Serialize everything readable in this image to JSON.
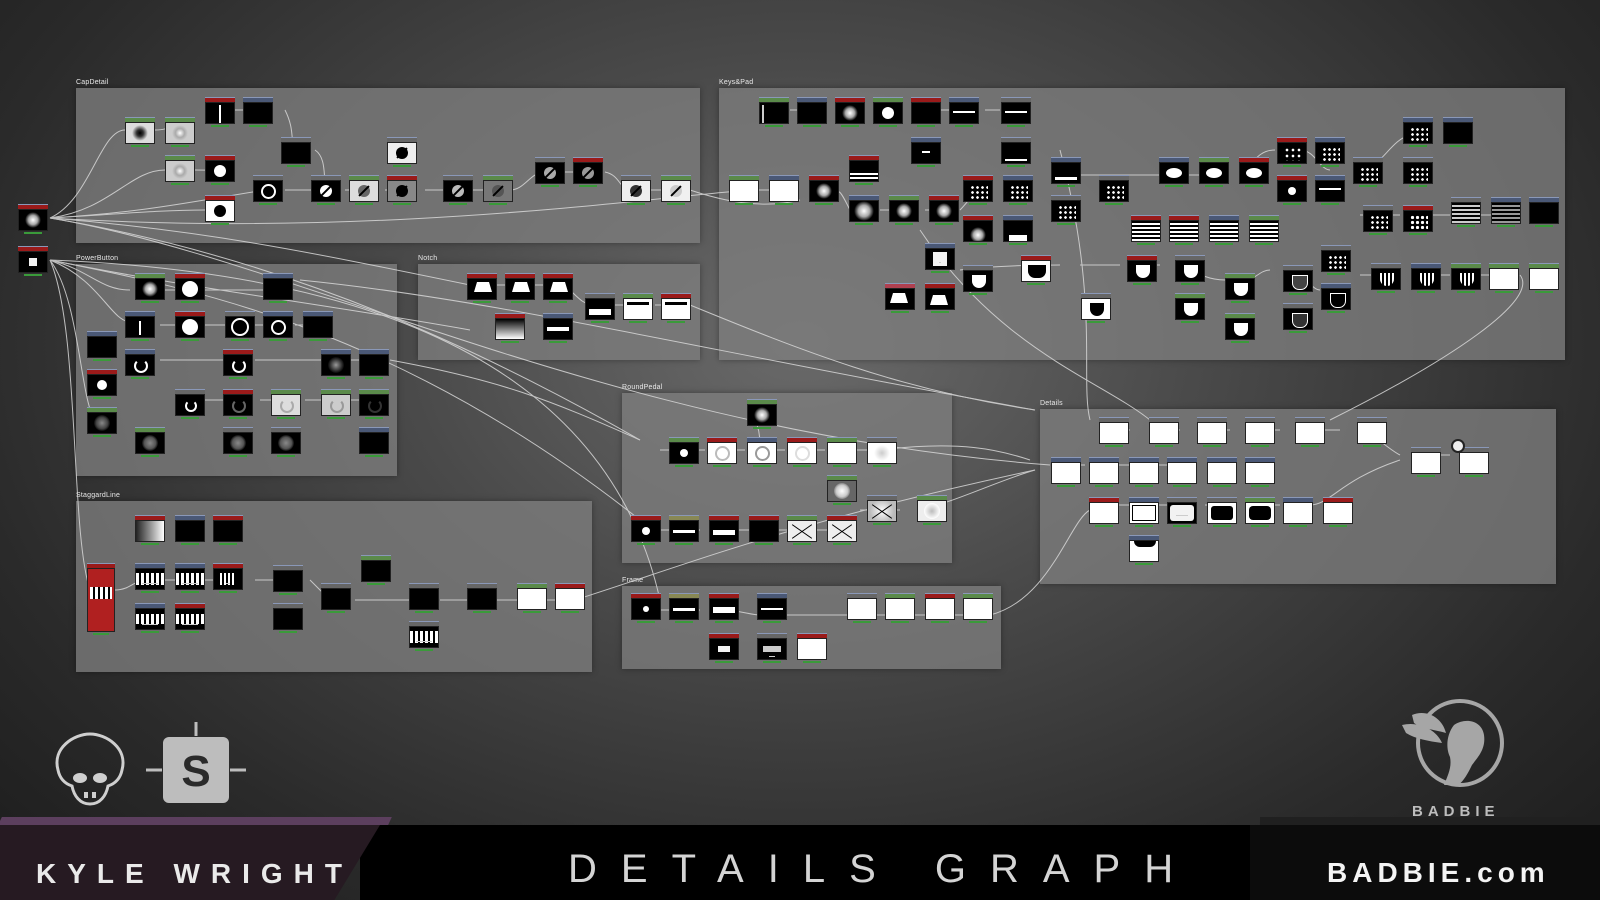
{
  "window": {
    "graph_name": "DETAILS GRAPH"
  },
  "frames": [
    {
      "id": "capdetail",
      "title": "CapDetail"
    },
    {
      "id": "keyspad",
      "title": "Keys&Pad"
    },
    {
      "id": "powerbutton",
      "title": "PowerButton"
    },
    {
      "id": "notch",
      "title": "Notch"
    },
    {
      "id": "roundpedal",
      "title": "RoundPedal"
    },
    {
      "id": "staggardline",
      "title": "StaggardLine"
    },
    {
      "id": "frame",
      "title": "Frame"
    },
    {
      "id": "details",
      "title": "Details"
    }
  ],
  "footer": {
    "artist": "KYLE WRIGHT",
    "title": "DETAILS GRAPH",
    "site": "BADBIE.com",
    "brand": "BADBIE"
  },
  "colors": {
    "frame_bg": "#7d7d7d",
    "node_header": "#4a5876",
    "node_header_red": "#9a1a1a",
    "node_header_green": "#5a8a4a",
    "wire": "#d6d6d6",
    "dock_left": "#261a22",
    "dock_left_accent": "#5c3f5e"
  },
  "icons": [
    "monkey-skull-logo",
    "substance-designer-logo",
    "badbie-angel-logo"
  ]
}
